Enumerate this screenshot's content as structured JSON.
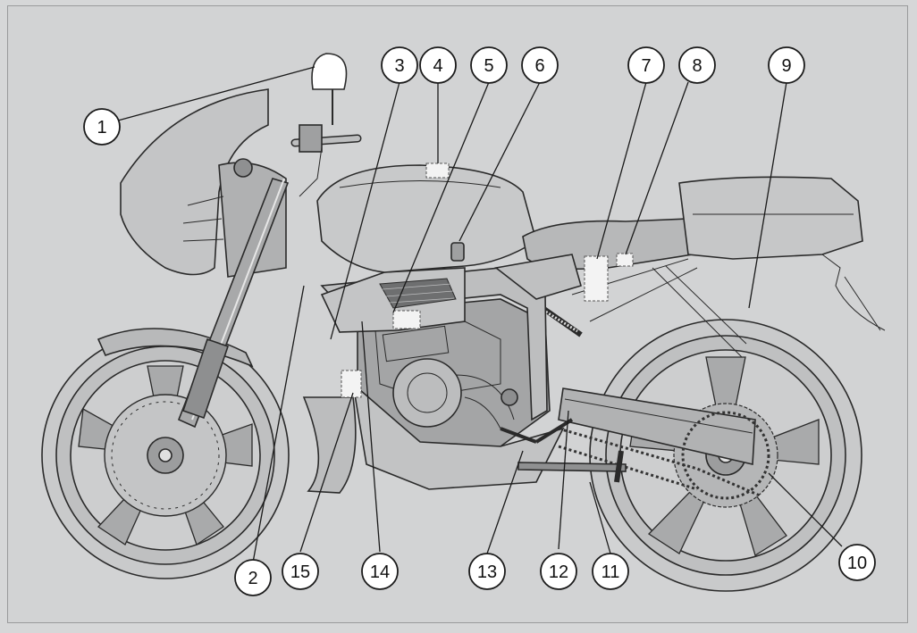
{
  "callouts": [
    {
      "id": "callout-1",
      "label": "1"
    },
    {
      "id": "callout-2",
      "label": "2"
    },
    {
      "id": "callout-3",
      "label": "3"
    },
    {
      "id": "callout-4",
      "label": "4"
    },
    {
      "id": "callout-5",
      "label": "5"
    },
    {
      "id": "callout-6",
      "label": "6"
    },
    {
      "id": "callout-7",
      "label": "7"
    },
    {
      "id": "callout-8",
      "label": "8"
    },
    {
      "id": "callout-9",
      "label": "9"
    },
    {
      "id": "callout-10",
      "label": "10"
    },
    {
      "id": "callout-11",
      "label": "11"
    },
    {
      "id": "callout-12",
      "label": "12"
    },
    {
      "id": "callout-13",
      "label": "13"
    },
    {
      "id": "callout-14",
      "label": "14"
    },
    {
      "id": "callout-15",
      "label": "15"
    }
  ],
  "colors": {
    "background": "#d2d3d4",
    "bike_fill": "#c8c9ca",
    "bike_dark": "#8f9091",
    "outline": "#1a1a1a",
    "callout_fill": "#ffffff"
  }
}
